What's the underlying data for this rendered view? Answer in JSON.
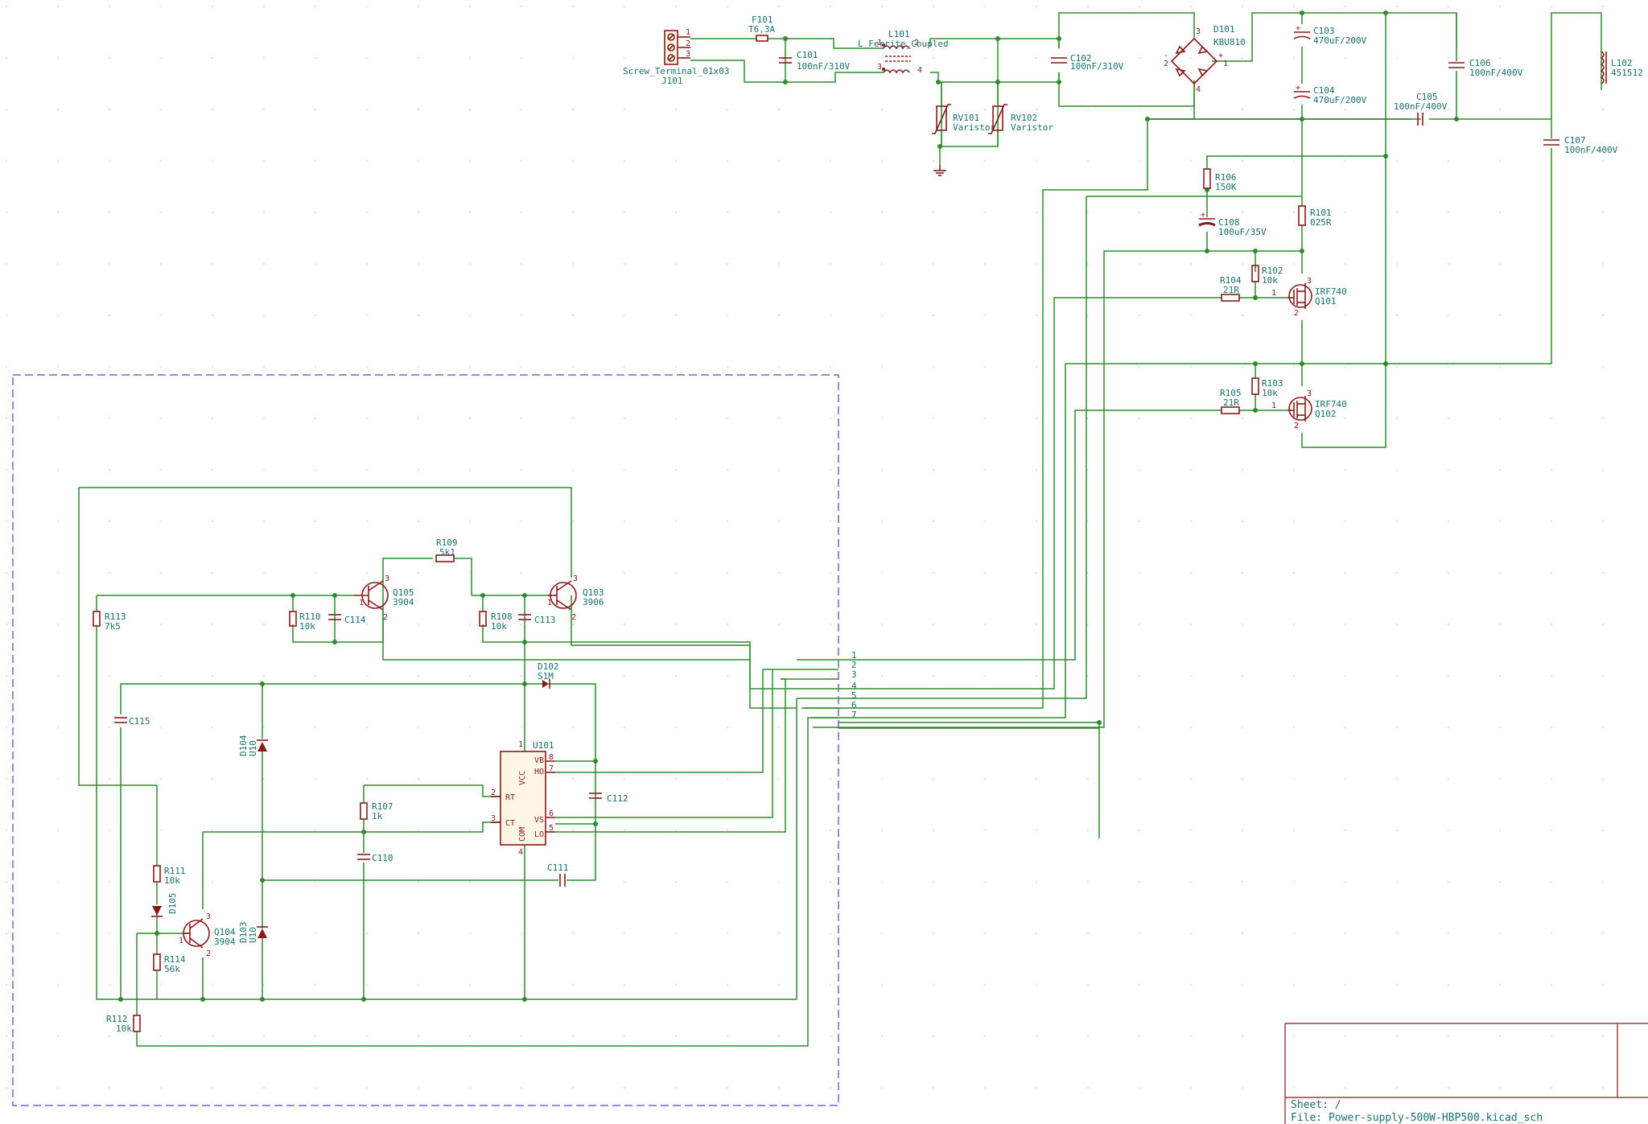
{
  "labels": [
    {
      "t": "Screw_Terminal_01x03",
      "c": "label"
    },
    {
      "t": "J101",
      "c": "label"
    },
    {
      "t": "F101",
      "c": "label"
    },
    {
      "t": "T6,3A",
      "c": "label"
    },
    {
      "t": "C101",
      "c": "label"
    },
    {
      "t": "100nF/310V",
      "c": "label"
    },
    {
      "t": "L101",
      "c": "label"
    },
    {
      "t": "L_Ferrite_Coupled",
      "c": "label"
    },
    {
      "t": "RV101",
      "c": "label"
    },
    {
      "t": "Varistor",
      "c": "label"
    },
    {
      "t": "RV102",
      "c": "label"
    },
    {
      "t": "Varistor",
      "c": "label"
    },
    {
      "t": "C102",
      "c": "label"
    },
    {
      "t": "100nF/310V",
      "c": "label"
    },
    {
      "t": "D101",
      "c": "label"
    },
    {
      "t": "KBU810",
      "c": "label"
    },
    {
      "t": "C103",
      "c": "label"
    },
    {
      "t": "470uF/200V",
      "c": "label"
    },
    {
      "t": "C104",
      "c": "label"
    },
    {
      "t": "470uF/200V",
      "c": "label"
    },
    {
      "t": "C105",
      "c": "label"
    },
    {
      "t": "100nF/400V",
      "c": "label"
    },
    {
      "t": "C106",
      "c": "label"
    },
    {
      "t": "100nF/400V",
      "c": "label"
    },
    {
      "t": "L102",
      "c": "label"
    },
    {
      "t": "451512",
      "c": "label"
    },
    {
      "t": "C107",
      "c": "label"
    },
    {
      "t": "100nF/400V",
      "c": "label"
    },
    {
      "t": "R106",
      "c": "label"
    },
    {
      "t": "150K",
      "c": "label"
    },
    {
      "t": "C108",
      "c": "label"
    },
    {
      "t": "100uF/35V",
      "c": "label"
    },
    {
      "t": "R101",
      "c": "label"
    },
    {
      "t": "025R",
      "c": "label"
    },
    {
      "t": "R102",
      "c": "label"
    },
    {
      "t": "10k",
      "c": "label"
    },
    {
      "t": "R104",
      "c": "label"
    },
    {
      "t": "21R",
      "c": "label"
    },
    {
      "t": "IRF740",
      "c": "label"
    },
    {
      "t": "Q101",
      "c": "label"
    },
    {
      "t": "R103",
      "c": "label"
    },
    {
      "t": "10k",
      "c": "label"
    },
    {
      "t": "R105",
      "c": "label"
    },
    {
      "t": "21R",
      "c": "label"
    },
    {
      "t": "IRF740",
      "c": "label"
    },
    {
      "t": "Q102",
      "c": "label"
    },
    {
      "t": "R109",
      "c": "label"
    },
    {
      "t": "5k1",
      "c": "label"
    },
    {
      "t": "Q105",
      "c": "label"
    },
    {
      "t": "3904",
      "c": "label"
    },
    {
      "t": "Q103",
      "c": "label"
    },
    {
      "t": "3906",
      "c": "label"
    },
    {
      "t": "R113",
      "c": "label"
    },
    {
      "t": "7k5",
      "c": "label"
    },
    {
      "t": "R110",
      "c": "label"
    },
    {
      "t": "10k",
      "c": "label"
    },
    {
      "t": "C114",
      "c": "label"
    },
    {
      "t": "R108",
      "c": "label"
    },
    {
      "t": "10k",
      "c": "label"
    },
    {
      "t": "C113",
      "c": "label"
    },
    {
      "t": "D102",
      "c": "label"
    },
    {
      "t": "S1M",
      "c": "label"
    },
    {
      "t": "C115",
      "c": "label"
    },
    {
      "t": "D104",
      "c": "label"
    },
    {
      "t": "U10",
      "c": "label"
    },
    {
      "t": "U101",
      "c": "label"
    },
    {
      "t": "C112",
      "c": "label"
    },
    {
      "t": "R107",
      "c": "label"
    },
    {
      "t": "1k",
      "c": "label"
    },
    {
      "t": "C110",
      "c": "label"
    },
    {
      "t": "C111",
      "c": "label"
    },
    {
      "t": "R111",
      "c": "label"
    },
    {
      "t": "10k",
      "c": "label"
    },
    {
      "t": "D105",
      "c": "label"
    },
    {
      "t": "Q104",
      "c": "label"
    },
    {
      "t": "3904",
      "c": "label"
    },
    {
      "t": "D103",
      "c": "label"
    },
    {
      "t": "U10",
      "c": "label"
    },
    {
      "t": "R114",
      "c": "label"
    },
    {
      "t": "56k",
      "c": "label"
    },
    {
      "t": "R112",
      "c": "label"
    },
    {
      "t": "10k",
      "c": "label"
    },
    {
      "t": "VCC",
      "c": "pin"
    },
    {
      "t": "COM",
      "c": "pin"
    },
    {
      "t": "RT",
      "c": "pin"
    },
    {
      "t": "CT",
      "c": "pin"
    },
    {
      "t": "VB",
      "c": "pin"
    },
    {
      "t": "HO",
      "c": "pin"
    },
    {
      "t": "VS",
      "c": "pin"
    },
    {
      "t": "LO",
      "c": "pin"
    }
  ],
  "bus_numbers": [
    "1",
    "2",
    "3",
    "4",
    "5",
    "6",
    "7"
  ],
  "title_block": {
    "sheet": "Sheet: /",
    "file": "File: Power-supply-500W-HBP500.kicad_sch"
  },
  "colors": {
    "wire": "#2e8b2e",
    "component": "#8b1a1a",
    "label": "#1a6f6f",
    "sheet_border": "#6a6acd"
  }
}
